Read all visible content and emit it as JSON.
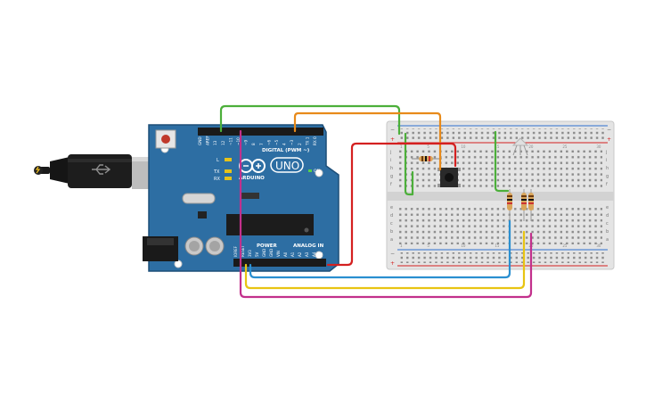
{
  "board": {
    "brand": "ARDUINO",
    "model": "UNO",
    "on_label": "ON",
    "digital_label": "DIGITAL (PWM ~)",
    "power_label": "POWER",
    "analog_label": "ANALOG IN",
    "led_l": "L",
    "led_tx": "TX",
    "led_rx": "RX",
    "top_pins": [
      "GND",
      "AREF",
      "13",
      "12",
      "~11",
      "~10",
      "~9",
      "8",
      "7",
      "~6",
      "~5",
      "4",
      "~3",
      "2",
      "TX 1",
      "RX 0"
    ],
    "bottom_pins": [
      "IOREF",
      "RESET",
      "3V3",
      "5V",
      "GND",
      "GND",
      "VIN",
      "A0",
      "A1",
      "A2",
      "A3",
      "A4",
      "A5"
    ]
  },
  "breadboard": {
    "row_letters_top": [
      "j",
      "i",
      "h",
      "g",
      "f"
    ],
    "row_letters_bottom": [
      "e",
      "d",
      "c",
      "b",
      "a"
    ],
    "columns": [
      "1",
      "",
      "",
      "",
      "5",
      "",
      "",
      "",
      "",
      "10",
      "",
      "",
      "",
      "",
      "15",
      "",
      "",
      "",
      "",
      "20",
      "",
      "",
      "",
      "",
      "25",
      "",
      "",
      "",
      "",
      "30"
    ]
  },
  "colors": {
    "board": "#2d6ea3",
    "wire_green": "#4caf3a",
    "wire_orange": "#e88a1a",
    "wire_red": "#d42020",
    "wire_blue": "#2a8fd0",
    "wire_yellow": "#e8c412",
    "wire_magenta": "#c2308c"
  },
  "components": [
    "usb-cable",
    "power-jack",
    "pushbutton",
    "resistor",
    "led-rgb",
    "resistors"
  ]
}
